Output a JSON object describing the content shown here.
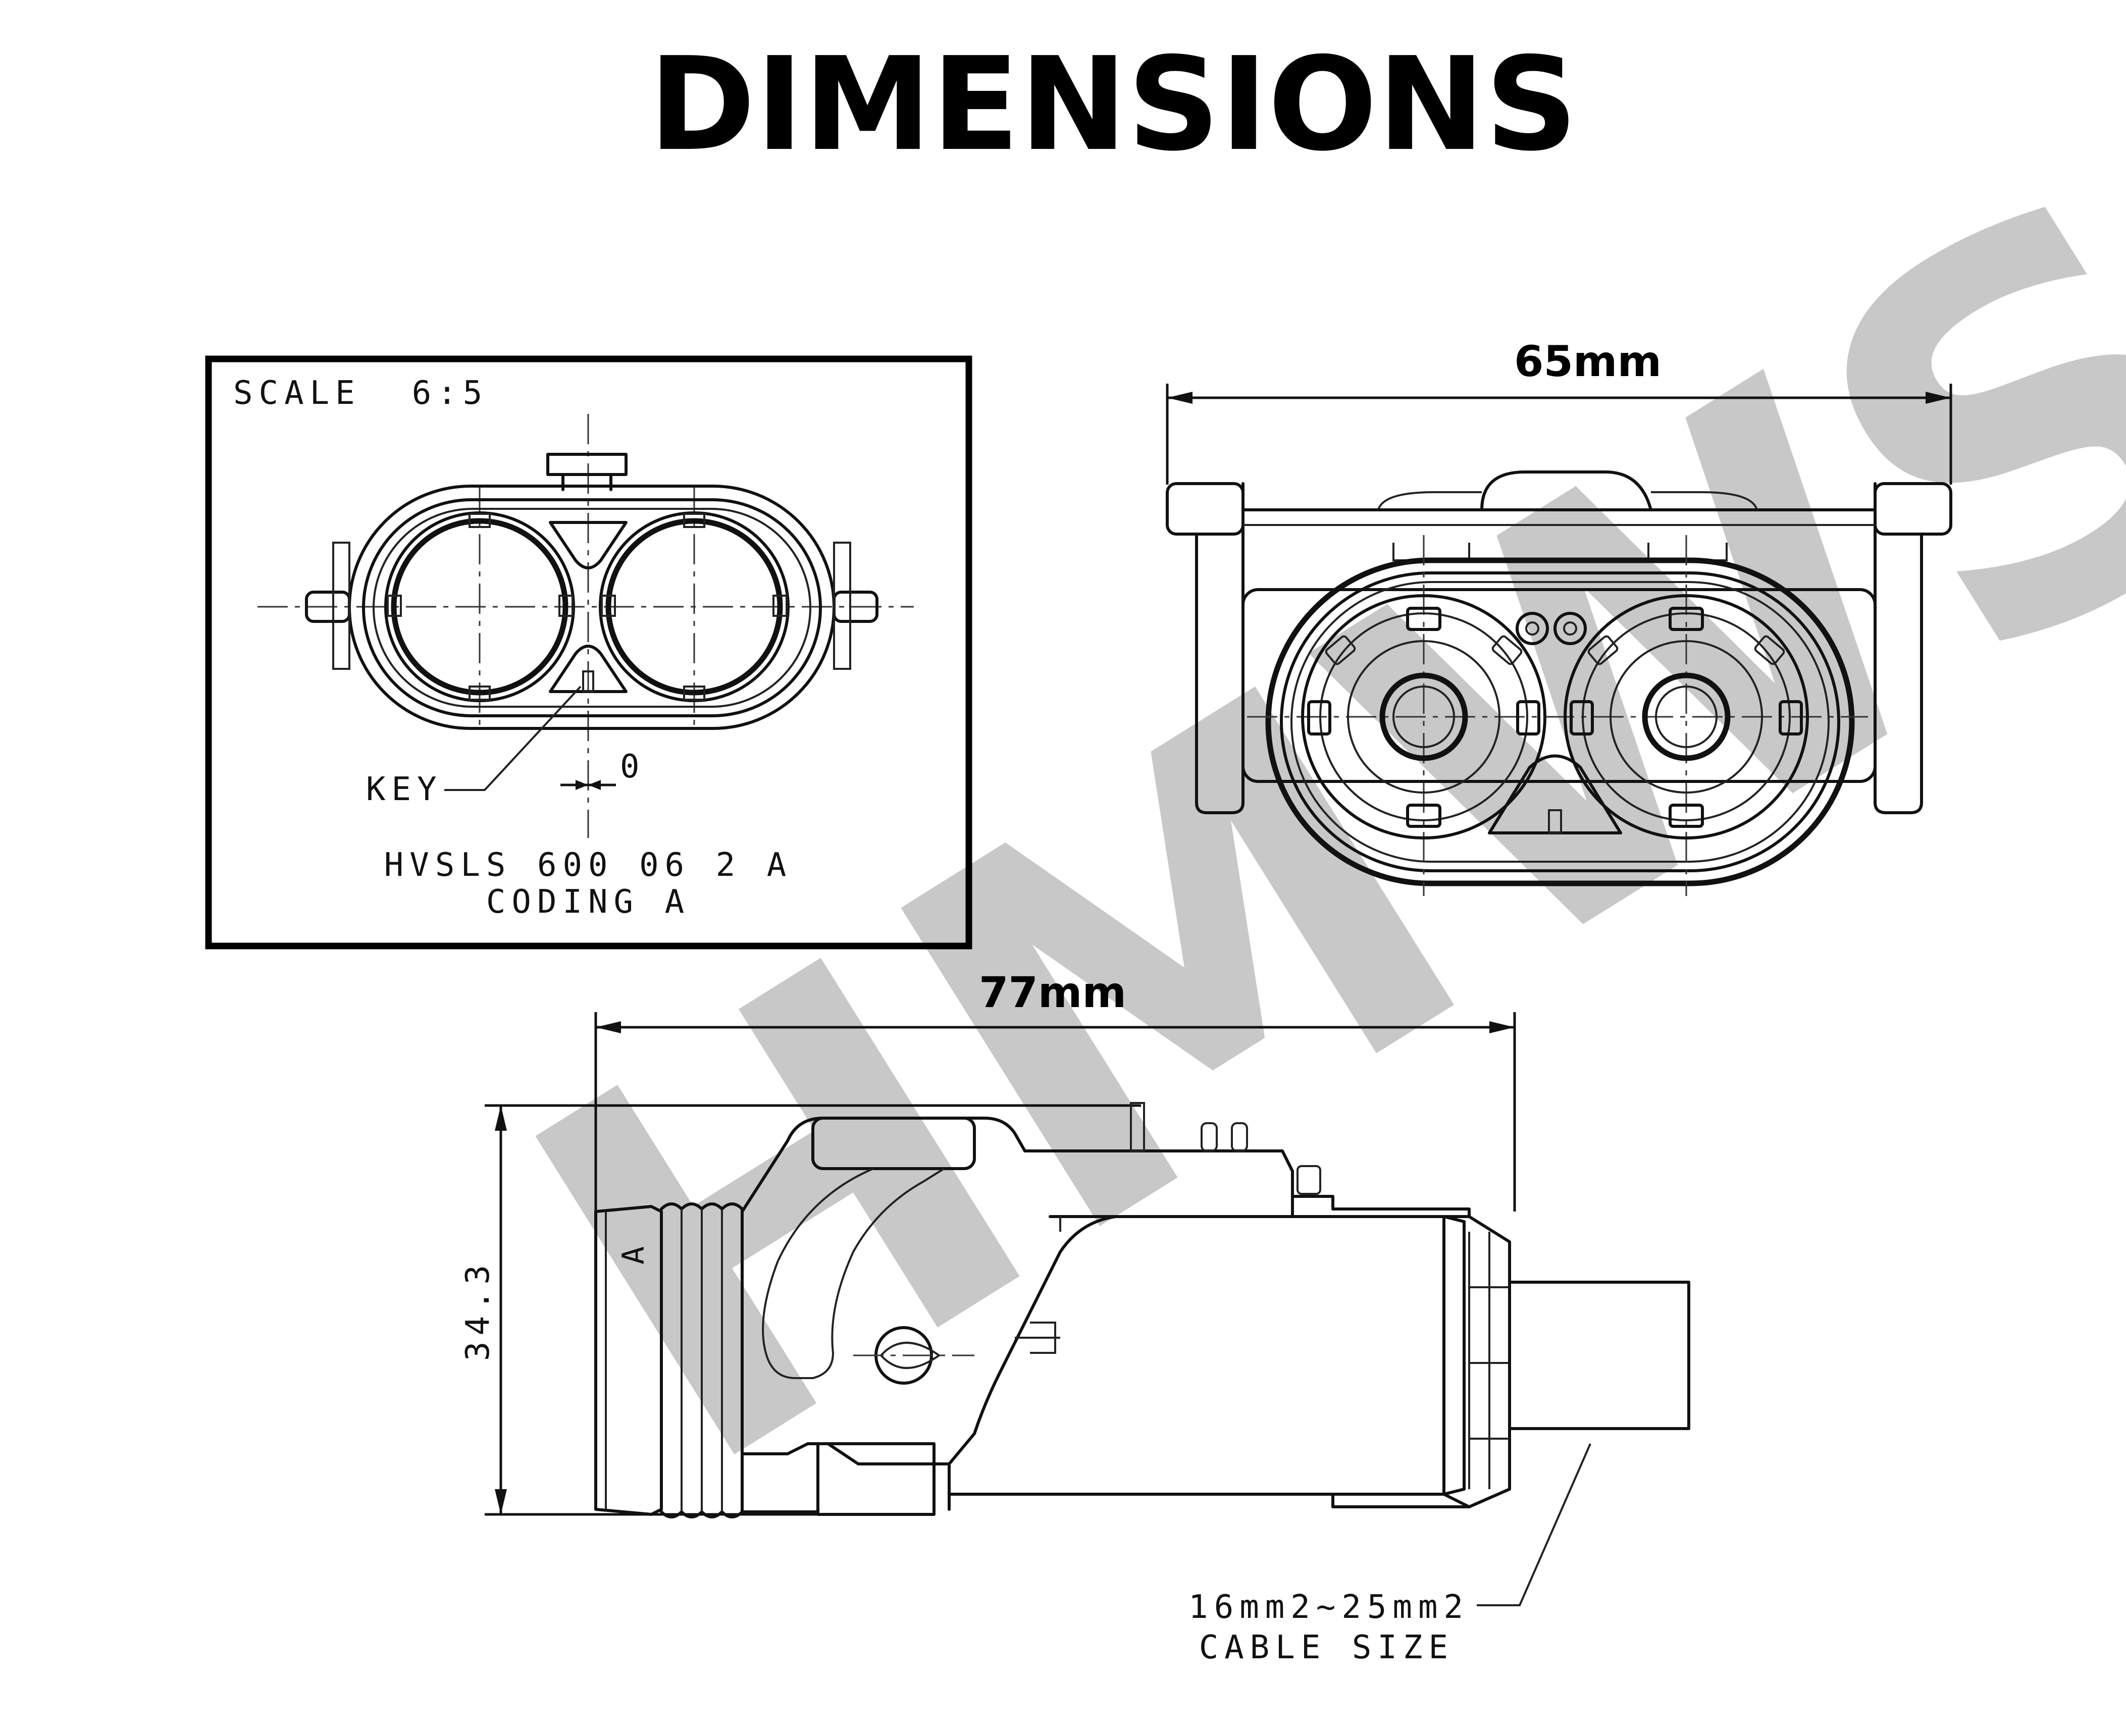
{
  "title": "DIMENSIONS",
  "watermark": "HMWS",
  "detail_view": {
    "scale_label": "SCALE  6:5",
    "key_label": "KEY",
    "key_value": "0",
    "part_number": "HVSLS 600 06 2 A",
    "coding": "CODING A"
  },
  "front_view": {
    "width_label": "65mm"
  },
  "side_view": {
    "length_label": "77mm",
    "height_label": "34.3",
    "cable_size_value": "16mm2~25mm2",
    "cable_size_label": "CABLE SIZE"
  }
}
